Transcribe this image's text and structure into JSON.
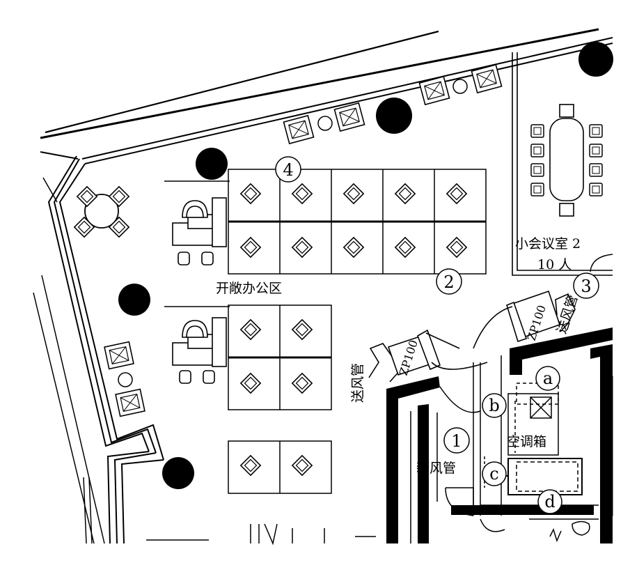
{
  "labels": {
    "open_office": "开敞办公区",
    "meeting_room": "小会议室 2",
    "meeting_capacity": "10 人",
    "ac_box": "空调箱",
    "fresh_air_duct": "新风管",
    "supply_duct_left": "送风管",
    "supply_duct_right": "送风管",
    "duct_code_left": "ZP100",
    "duct_code_right": "ZP100"
  },
  "markers": {
    "m1": "1",
    "m2": "2",
    "m3": "3",
    "m4": "4",
    "ma": "a",
    "mb": "b",
    "mc": "c",
    "md": "d"
  }
}
